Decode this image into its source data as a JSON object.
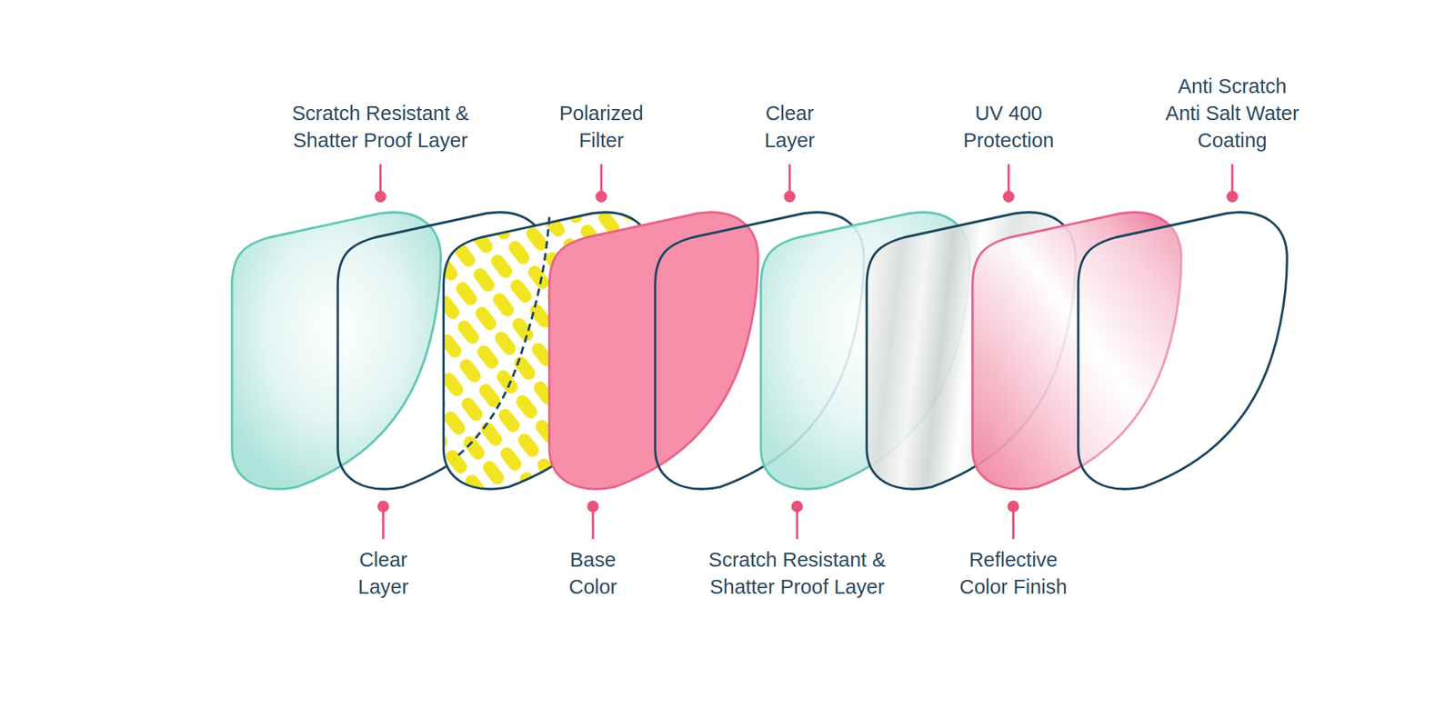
{
  "diagram": {
    "labels": [
      "Scratch Resistant & Shatter Proof Layer",
      "Polarized Filter",
      "Clear Layer",
      "UV 400 Protection",
      "Anti Scratch Anti Salt Water Coating",
      "Clear Layer",
      "Base Color",
      "Scratch Resistant & Shatter Proof Layer",
      "Reflective Color Finish"
    ]
  }
}
